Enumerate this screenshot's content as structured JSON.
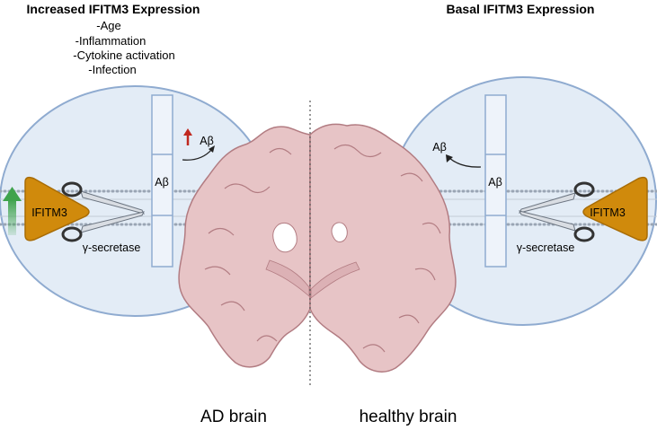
{
  "left_panel": {
    "title": "Increased IFITM3 Expression",
    "factors": [
      "-Age",
      "-Inflammation",
      "-Cytokine activation",
      "-Infection"
    ],
    "protein_label": "IFITM3",
    "enzyme_label": "γ-secretase",
    "peptide_label": "Aβ",
    "released_label": "Aβ"
  },
  "right_panel": {
    "title": "Basal IFITM3 Expression",
    "protein_label": "IFITM3",
    "enzyme_label": "γ-secretase",
    "peptide_label": "Aβ",
    "released_label": "Aβ"
  },
  "captions": {
    "left": "AD brain",
    "right": "healthy brain"
  },
  "colors": {
    "cell_fill": "#e3ecf6",
    "cell_stroke": "#8fabd0",
    "membrane": "#9aa5b4",
    "ifitm3": "#d08a0c",
    "brain": "#e7c4c6",
    "brain_stroke": "#b27c82",
    "up_arrow_red": "#c0281f",
    "up_arrow_green": "#3fa34d"
  }
}
